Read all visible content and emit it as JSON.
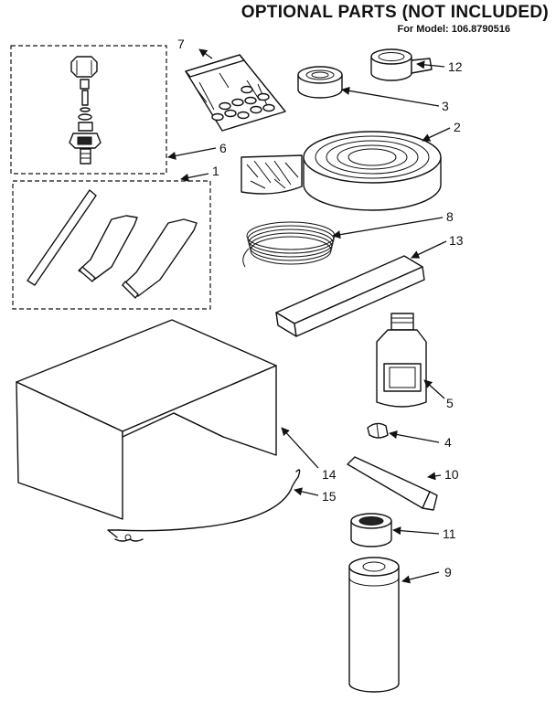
{
  "header": {
    "title": "OPTIONAL PARTS (NOT INCLUDED)",
    "model_line": "For Model: 106.8790516"
  },
  "callouts": {
    "c1": "1",
    "c2": "2",
    "c3": "3",
    "c4": "4",
    "c5": "5",
    "c6": "6",
    "c7": "7",
    "c8": "8",
    "c9": "9",
    "c10": "10",
    "c11": "11",
    "c12": "12",
    "c13": "13",
    "c14": "14",
    "c15": "15"
  }
}
